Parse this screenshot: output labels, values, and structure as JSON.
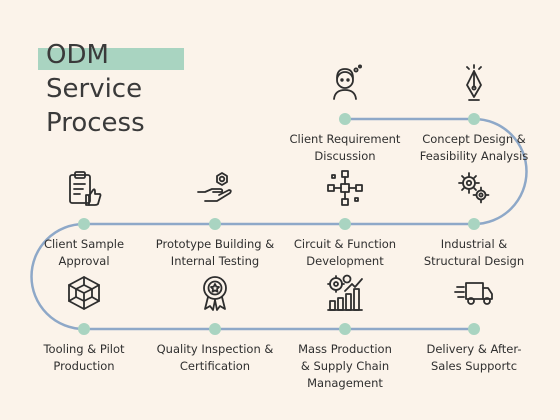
{
  "title": "ODM\nService\nProcess",
  "colors": {
    "background": "#fbf3ea",
    "accent": "#a9d4c1",
    "path_line": "#8ea8c8",
    "node": "#a9d4c1",
    "icon_stroke": "#2e2e2e"
  },
  "steps": [
    {
      "label": "Client Requirement\nDiscussion",
      "icon": "thinking-person-icon"
    },
    {
      "label": "Concept Design &\nFeasibility Analysis",
      "icon": "pen-nib-icon"
    },
    {
      "label": "Industrial &\nStructural Design",
      "icon": "gears-icon"
    },
    {
      "label": "Circuit & Function\nDevelopment",
      "icon": "circuit-icon"
    },
    {
      "label": "Prototype Building &\nInternal Testing",
      "icon": "hand-bolt-icon"
    },
    {
      "label": "Client Sample\nApproval",
      "icon": "clipboard-thumbs-up-icon"
    },
    {
      "label": "Tooling & Pilot\nProduction",
      "icon": "cube-box-icon"
    },
    {
      "label": "Quality Inspection &\nCertification",
      "icon": "award-badge-icon"
    },
    {
      "label": "Mass Production\n& Supply Chain\nManagement",
      "icon": "production-chart-icon"
    },
    {
      "label": "Delivery & After-\nSales Supportc",
      "icon": "delivery-truck-icon"
    }
  ]
}
